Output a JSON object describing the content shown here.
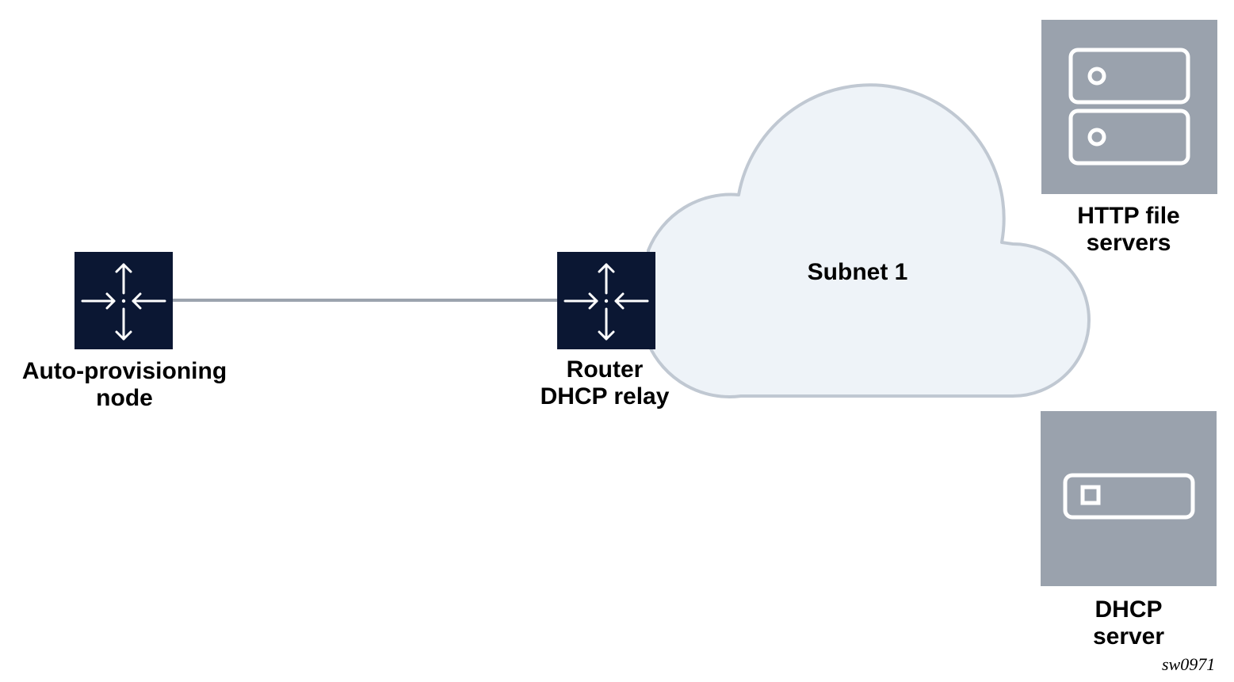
{
  "nodes": {
    "auto_provisioning": {
      "line1": "Auto-provisioning",
      "line2": "node"
    },
    "router": {
      "line1": "Router",
      "line2": "DHCP relay"
    },
    "subnet": {
      "label": "Subnet 1"
    },
    "http_servers": {
      "line1": "HTTP file",
      "line2": "servers"
    },
    "dhcp_server": {
      "line1": "DHCP",
      "line2": "server"
    }
  },
  "figure_id": "sw0971",
  "icons": {
    "router": "router-icon",
    "server_stack": "server-stack-icon",
    "server": "server-icon",
    "cloud": "cloud-icon"
  },
  "colors": {
    "router_fill": "#0b1733",
    "router_arrows": "#ffffff",
    "link_line": "#9ca3ae",
    "cloud_fill": "#eef3f8",
    "cloud_stroke": "#c0c8d2",
    "server_fill": "#9aa2ad",
    "server_detail": "#ffffff"
  }
}
